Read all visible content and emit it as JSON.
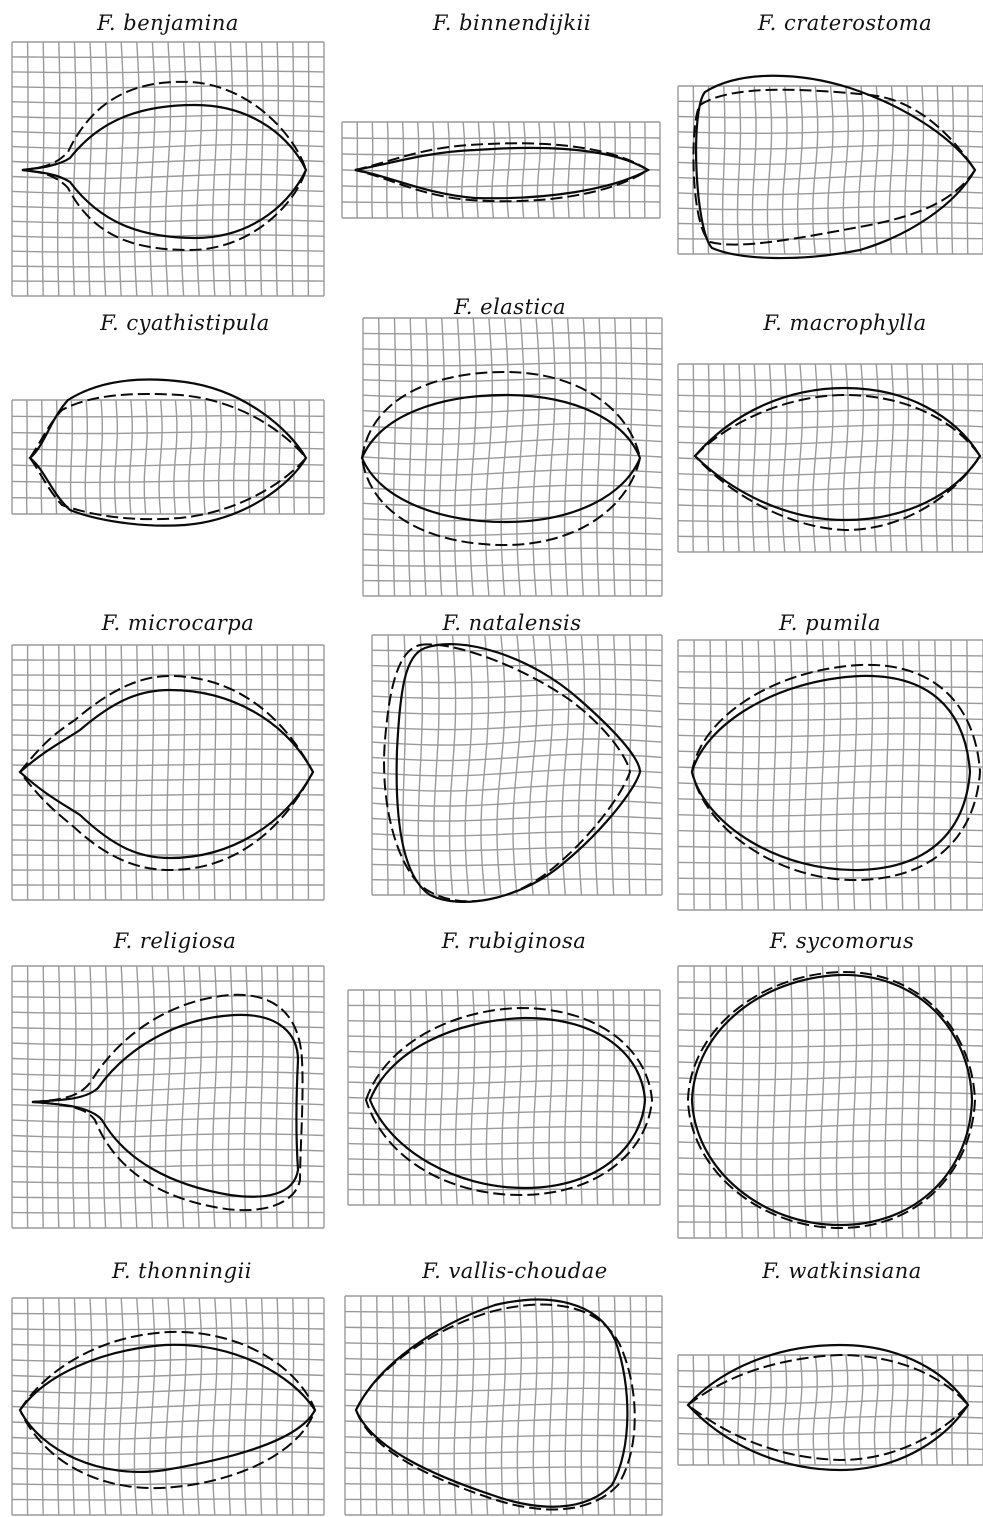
{
  "figure": {
    "panels": [
      {
        "name": "F. benjamina"
      },
      {
        "name": "F. binnendijkii"
      },
      {
        "name": "F. craterostoma"
      },
      {
        "name": "F. cyathistipula"
      },
      {
        "name": "F. elastica"
      },
      {
        "name": "F. macrophylla"
      },
      {
        "name": "F. microcarpa"
      },
      {
        "name": "F. natalensis"
      },
      {
        "name": "F. pumila"
      },
      {
        "name": "F. religiosa"
      },
      {
        "name": "F. rubiginosa"
      },
      {
        "name": "F. sycomorus"
      },
      {
        "name": "F. thonningii"
      },
      {
        "name": "F. vallis-choudae"
      },
      {
        "name": "F. watkinsiana"
      }
    ]
  }
}
